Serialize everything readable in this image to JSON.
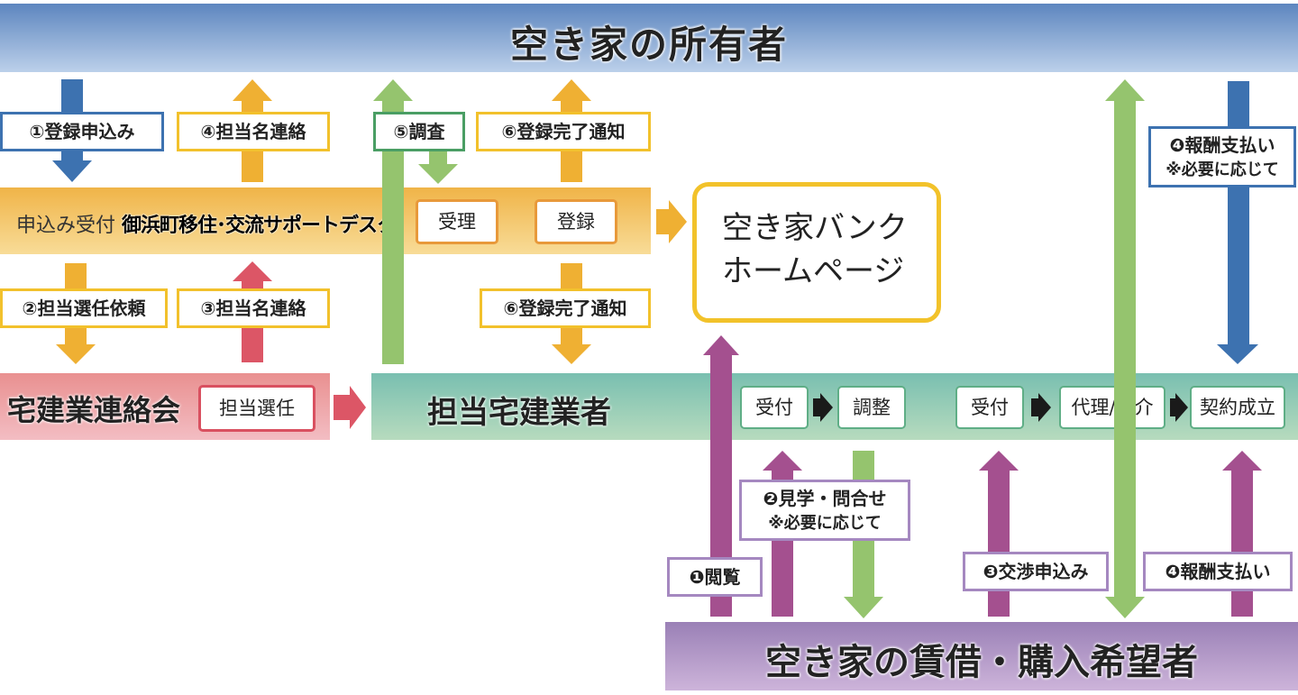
{
  "colors": {
    "blue": "#3d72b0",
    "yellow": "#efb033",
    "green": "#95c46e",
    "red": "#dc5666",
    "purple": "#a4508f",
    "dark": "#1a1a1a"
  },
  "owner": {
    "title": "空き家の所有者"
  },
  "desk": {
    "prefix": "申込み受付",
    "name": "御浜町移住･交流サポートデスク",
    "steps": [
      "受理",
      "登録"
    ]
  },
  "homepage": {
    "line1": "空き家バンク",
    "line2": "ホームページ"
  },
  "realtor_assoc": {
    "title": "宅建業連絡会",
    "step": "担当選任"
  },
  "realtor": {
    "title": "担当宅建業者",
    "steps": [
      "受付",
      "調整",
      "受付",
      "代理/媒介",
      "契約成立"
    ]
  },
  "seeker": {
    "title": "空き家の賃借・購入希望者"
  },
  "owner_labels": {
    "register_apply": "①登録申込み",
    "contact_name_4": "④担当名連絡",
    "survey": "⑤調査",
    "reg_complete_top": "⑥登録完了通知",
    "fee_payment": "❹報酬支払い",
    "fee_note": "※必要に応じて"
  },
  "mid_labels": {
    "select_request": "②担当選任依頼",
    "contact_name_3": "③担当名連絡",
    "reg_complete_bottom": "⑥登録完了通知"
  },
  "seeker_labels": {
    "browse": "❶閲覧",
    "visit": "❷見学・問合せ",
    "visit_note": "※必要に応じて",
    "negotiate": "❸交渉申込み",
    "fee_payment": "❹報酬支払い"
  }
}
